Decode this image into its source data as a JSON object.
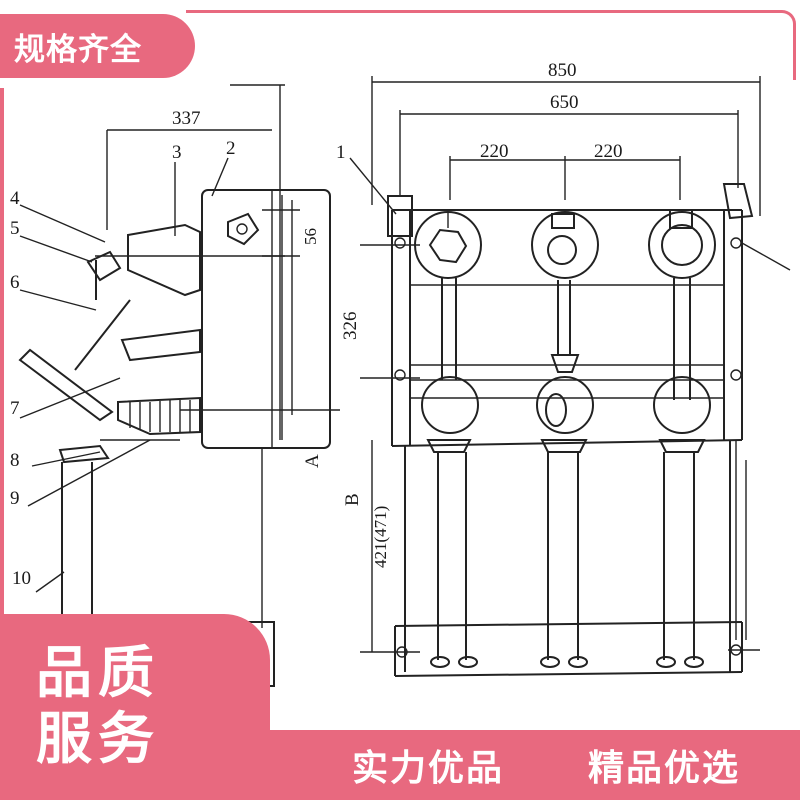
{
  "top_badge": {
    "text": "规格齐全"
  },
  "bottom_badge": {
    "line1": "品质",
    "line2": "服务"
  },
  "banner": {
    "left": "实力优品",
    "right": "精品优选"
  },
  "drawing": {
    "dimensions": {
      "d850": "850",
      "d650": "650",
      "d220a": "220",
      "d220b": "220",
      "d337": "337",
      "d56": "56",
      "d326": "326",
      "dB": "B",
      "dA": "A",
      "d421": "421(471)"
    },
    "callouts": {
      "c1": "1",
      "c2": "2",
      "c3": "3",
      "c4": "4",
      "c5": "5",
      "c6": "6",
      "c7": "7",
      "c8": "8",
      "c9": "9",
      "c10": "10"
    }
  },
  "colors": {
    "accent": "#e8697f",
    "line": "#222222",
    "background": "#ffffff"
  }
}
